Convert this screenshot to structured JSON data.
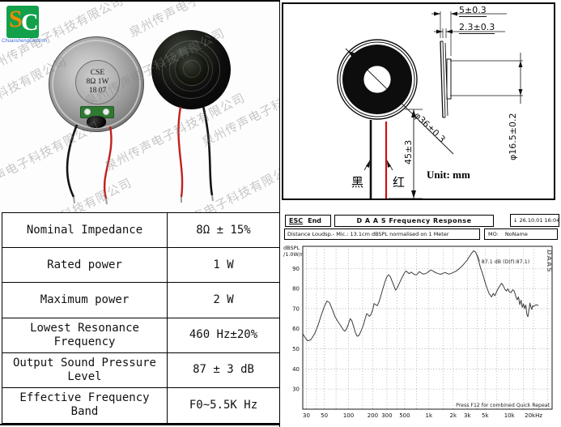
{
  "watermark": {
    "text": "泉州传声电子科技有限公司"
  },
  "logo": {
    "letter_s": "S",
    "letter_c": "C",
    "subtext": "ChuanshengElectron"
  },
  "photos": {
    "label_line1": "CSE",
    "label_line2": "8Ω 1W",
    "label_line3": "18 07"
  },
  "drawing": {
    "dim_total_thickness": "5±0.3",
    "dim_frame_thickness": "2.3±0.3",
    "dim_outer_diameter": "φ36±0.3",
    "dim_magnet_diameter": "φ16.5±0.2",
    "dim_wire_length": "45±3",
    "wire_black_label": "黑",
    "wire_red_label": "红",
    "unit_label": "Unit: mm"
  },
  "spec_table": {
    "rows": [
      {
        "name": "Nominal Impedance",
        "value": "8Ω ± 15%"
      },
      {
        "name": "Rated power",
        "value": "1 W"
      },
      {
        "name": "Maximum power",
        "value": "2 W"
      },
      {
        "name": "Lowest Resonance Frequency",
        "value": "460 Hz±20%"
      },
      {
        "name": "Output Sound Pressure Level",
        "value": "87 ± 3 dB"
      },
      {
        "name": "Effective Frequency Band",
        "value": "F0~5.5K Hz"
      }
    ]
  },
  "chart": {
    "esc_label": "ESC",
    "end_label": "End",
    "title": "D A A S   Frequency Response",
    "datetime": "↓ 26.10.01 16:04",
    "subtitle": "Distance Loudsp.- Mic.: 13.1cm dBSPL normalised on 1 Meter",
    "mo_label": "MO:",
    "mo_value": "NoName",
    "ylabel_line1": "dBSPL",
    "ylabel_line2": "/1.0W/m",
    "daas_watermark": "DAAS",
    "footer": "Press F12 for combined Quick Repeat"
  },
  "chart_data": {
    "type": "line",
    "title": "D A A S Frequency Response",
    "subtitle": "Distance Loudsp.- Mic.: 13.1cm dBSPL normalised on 1 Meter",
    "ylabel": "dBSPL /1.0W/m",
    "x_scale": "log",
    "x_unit": "Hz",
    "x_range_hz": [
      27,
      34000
    ],
    "y_range_db": [
      20,
      101
    ],
    "y_ticks": [
      30,
      40,
      50,
      60,
      70,
      80,
      90
    ],
    "x_ticks": [
      {
        "f": 30,
        "label": "30"
      },
      {
        "f": 50,
        "label": "50"
      },
      {
        "f": 100,
        "label": "100"
      },
      {
        "f": 200,
        "label": "200"
      },
      {
        "f": 300,
        "label": "300"
      },
      {
        "f": 500,
        "label": "500"
      },
      {
        "f": 1000,
        "label": "1k"
      },
      {
        "f": 2000,
        "label": "2k"
      },
      {
        "f": 3000,
        "label": "3k"
      },
      {
        "f": 5000,
        "label": "5k"
      },
      {
        "f": 10000,
        "label": "10k"
      },
      {
        "f": 20000,
        "label": "20kHz"
      }
    ],
    "x_gridlines": [
      30,
      40,
      50,
      70,
      100,
      150,
      200,
      300,
      400,
      500,
      700,
      1000,
      1500,
      2000,
      3000,
      4000,
      5000,
      7000,
      10000,
      15000,
      20000,
      30000
    ],
    "annotation": "87.1 dB (D(f):87.1)",
    "legend": [],
    "grid": true,
    "points_hz_db": [
      [
        27,
        57.5
      ],
      [
        29,
        55.5
      ],
      [
        31,
        54
      ],
      [
        34,
        54.5
      ],
      [
        38,
        57.5
      ],
      [
        42,
        62
      ],
      [
        46,
        67
      ],
      [
        50,
        71
      ],
      [
        54,
        73.8
      ],
      [
        58,
        73
      ],
      [
        63,
        69.5
      ],
      [
        68,
        66
      ],
      [
        74,
        63.5
      ],
      [
        80,
        61.5
      ],
      [
        86,
        59.5
      ],
      [
        90,
        58.8
      ],
      [
        95,
        60
      ],
      [
        100,
        62.5
      ],
      [
        105,
        65
      ],
      [
        110,
        64
      ],
      [
        116,
        61
      ],
      [
        122,
        58
      ],
      [
        128,
        56.3
      ],
      [
        134,
        56.5
      ],
      [
        142,
        58.5
      ],
      [
        152,
        61.5
      ],
      [
        160,
        64.5
      ],
      [
        168,
        67.5
      ],
      [
        175,
        67
      ],
      [
        182,
        66.2
      ],
      [
        190,
        67
      ],
      [
        200,
        69.5
      ],
      [
        208,
        72.5
      ],
      [
        218,
        72
      ],
      [
        228,
        71.5
      ],
      [
        240,
        73.5
      ],
      [
        255,
        77
      ],
      [
        270,
        80.5
      ],
      [
        285,
        83.5
      ],
      [
        300,
        85.8
      ],
      [
        315,
        86.8
      ],
      [
        330,
        86
      ],
      [
        350,
        83.5
      ],
      [
        370,
        81
      ],
      [
        385,
        79.2
      ],
      [
        400,
        80
      ],
      [
        420,
        81.8
      ],
      [
        445,
        84
      ],
      [
        470,
        86
      ],
      [
        500,
        88
      ],
      [
        520,
        88.7
      ],
      [
        545,
        88
      ],
      [
        570,
        87.4
      ],
      [
        600,
        88.2
      ],
      [
        630,
        87.6
      ],
      [
        660,
        87
      ],
      [
        700,
        86.8
      ],
      [
        730,
        87.6
      ],
      [
        760,
        88.4
      ],
      [
        800,
        87.8
      ],
      [
        850,
        87.2
      ],
      [
        900,
        87.4
      ],
      [
        950,
        87.8
      ],
      [
        1000,
        88.6
      ],
      [
        1060,
        89.2
      ],
      [
        1120,
        88.8
      ],
      [
        1200,
        88
      ],
      [
        1300,
        87.4
      ],
      [
        1400,
        87.1
      ],
      [
        1500,
        87.6
      ],
      [
        1600,
        88
      ],
      [
        1700,
        87.4
      ],
      [
        1800,
        87.2
      ],
      [
        1900,
        87.6
      ],
      [
        2000,
        88
      ],
      [
        2200,
        88.8
      ],
      [
        2400,
        90
      ],
      [
        2600,
        91.3
      ],
      [
        2800,
        92.8
      ],
      [
        3000,
        94.2
      ],
      [
        3200,
        96
      ],
      [
        3400,
        97.6
      ],
      [
        3600,
        98.8
      ],
      [
        3800,
        98.2
      ],
      [
        4000,
        96
      ],
      [
        4200,
        93
      ],
      [
        4400,
        90
      ],
      [
        4600,
        88
      ],
      [
        4800,
        85.5
      ],
      [
        5000,
        83
      ],
      [
        5300,
        80
      ],
      [
        5600,
        77.5
      ],
      [
        6000,
        75.8
      ],
      [
        6300,
        77.6
      ],
      [
        6600,
        76.4
      ],
      [
        7000,
        78.8
      ],
      [
        7400,
        80.6
      ],
      [
        8000,
        82.6
      ],
      [
        8400,
        81.4
      ],
      [
        8800,
        79.6
      ],
      [
        9200,
        78.8
      ],
      [
        9600,
        79.8
      ],
      [
        10000,
        78.4
      ],
      [
        10500,
        78
      ],
      [
        11000,
        79.4
      ],
      [
        11500,
        78.8
      ],
      [
        12000,
        76.2
      ],
      [
        12500,
        74.4
      ],
      [
        13000,
        75.8
      ],
      [
        13500,
        72
      ],
      [
        14000,
        74.2
      ],
      [
        14500,
        70.6
      ],
      [
        15000,
        72.4
      ],
      [
        15500,
        70
      ],
      [
        16000,
        71.8
      ],
      [
        16500,
        67.2
      ],
      [
        17000,
        66
      ],
      [
        17500,
        69
      ],
      [
        18000,
        72.8
      ],
      [
        18500,
        71
      ],
      [
        19000,
        69.6
      ],
      [
        19500,
        71.5
      ],
      [
        20000,
        71
      ],
      [
        21500,
        72
      ],
      [
        23000,
        71.5
      ]
    ],
    "colors": {
      "curve": "#3c3c3c",
      "grid": "#9a9a9a",
      "frame": "#1a1a1a"
    }
  }
}
